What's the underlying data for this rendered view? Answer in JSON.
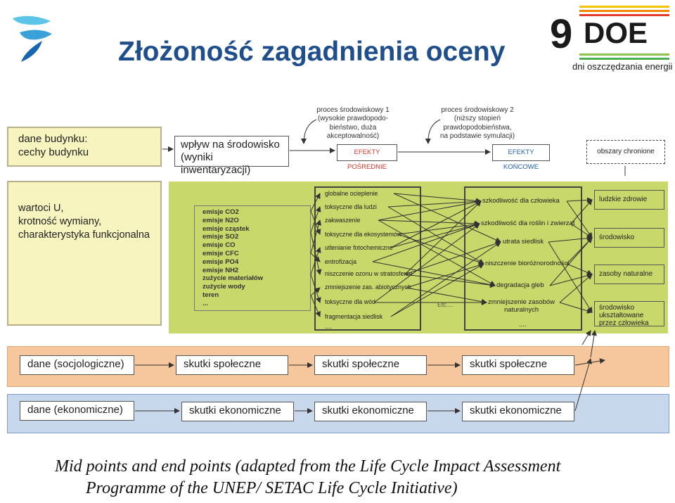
{
  "title": "Złożoność zagadnienia oceny",
  "logo_right": {
    "number": "9",
    "name": "DOE",
    "tagline": "dni oszczędzania energii"
  },
  "process1_note": [
    "proces środowiskowy 1",
    "(wysokie prawdopodo-",
    "bieństwo, duża",
    "akceptowalność)"
  ],
  "process2_note": [
    "proces środowiskowy 2",
    "(niższy stopień",
    "prawdopodobieństwa,",
    "na podstawie symulacji)"
  ],
  "building_data": [
    "dane budynku:",
    "cechy budynku"
  ],
  "env_impact": [
    "wpływ na środowisko",
    "(wyniki inwentaryzacji)"
  ],
  "indirect_effects": "EFEKTY POŚREDNIE",
  "final_effects": "EFEKTY KOŃCOWE",
  "protected_areas": "obszary chronione",
  "properties": [
    "wartoci U,",
    "krotność wymiany,",
    "charakterystyka funkcjonalna"
  ],
  "emissions": [
    "emisje CO2",
    "emisje N2O",
    "emisje cząstek",
    "emisje SO2",
    "emisje CO",
    "emisje CFC",
    "emisje PO4",
    "emisje NH2",
    "zużycie materiałów",
    "zużycie wody",
    "teren",
    "..."
  ],
  "midpoints": [
    "globalne ocieplenie",
    "toksyczne dla ludzi",
    "zakwaszenie",
    "toksyczne dla ekosystemów",
    "utlenianie fotochemiczne",
    "entrofizacja",
    "niszczenie ozonu w stratosferze",
    "zmniejszenie zas. abiotycznych",
    "toksyczne dla wód",
    "fragmentacja siedlisk",
    "...."
  ],
  "etc_label": "Etc....",
  "endpoints": [
    "szkodliwość dla człowieka",
    "szkodliwość dla roślin i zwierząt",
    "utrata siedlisk",
    "niszczenie bioróżnorodności",
    "degradacja gleb",
    "zmniejszenie zasobów",
    "naturalnych",
    "...."
  ],
  "areas": [
    "ludzkie zdrowie",
    "środowisko",
    "zasoby naturalne",
    "środowisko ukształtowane przez człowieka"
  ],
  "social": {
    "data": "dane (socjologiczne)",
    "effects": [
      "skutki społeczne",
      "skutki społeczne",
      "skutki społeczne"
    ]
  },
  "economic": {
    "data": "dane (ekonomiczne)",
    "effects": [
      "skutki ekonomiczne",
      "skutki ekonomiczne",
      "skutki ekonomiczne"
    ]
  },
  "caption": [
    "Mid points and end points (adapted from the Life Cycle Impact Assessment",
    "Programme of the UNEP/ SETAC Life Cycle Initiative)"
  ],
  "colors": {
    "title": "#1f4e8c",
    "green_panel": "#c8d86a",
    "yellow_band": "#f7f4bf",
    "social_band": "#f6c79c",
    "economic_band": "#c7d7ec",
    "effects_red": "#d6332b",
    "effects_blue": "#1f5fa8"
  }
}
